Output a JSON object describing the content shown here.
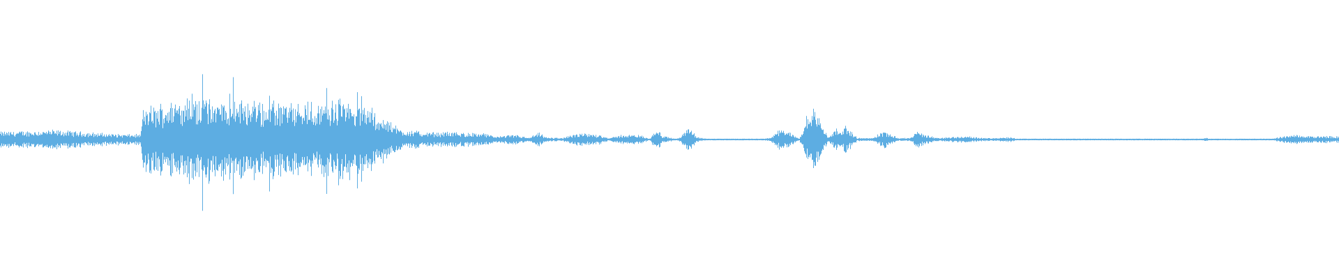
{
  "waveform": {
    "color": "#5dade2",
    "background": "#ffffff",
    "duration_fraction_ticks": 1920,
    "envelope": [
      [
        0.0,
        0.045
      ],
      [
        0.02,
        0.05
      ],
      [
        0.04,
        0.055
      ],
      [
        0.06,
        0.045
      ],
      [
        0.08,
        0.035
      ],
      [
        0.095,
        0.03
      ],
      [
        0.105,
        0.03
      ],
      [
        0.106,
        0.16
      ],
      [
        0.11,
        0.2
      ],
      [
        0.115,
        0.19
      ],
      [
        0.125,
        0.22
      ],
      [
        0.14,
        0.25
      ],
      [
        0.15,
        0.26
      ],
      [
        0.16,
        0.24
      ],
      [
        0.18,
        0.22
      ],
      [
        0.2,
        0.21
      ],
      [
        0.22,
        0.2
      ],
      [
        0.24,
        0.21
      ],
      [
        0.26,
        0.23
      ],
      [
        0.275,
        0.2
      ],
      [
        0.285,
        0.13
      ],
      [
        0.3,
        0.06
      ],
      [
        0.32,
        0.04
      ],
      [
        0.34,
        0.045
      ],
      [
        0.36,
        0.035
      ],
      [
        0.37,
        0.02
      ],
      [
        0.385,
        0.028
      ],
      [
        0.395,
        0.01
      ],
      [
        0.402,
        0.04
      ],
      [
        0.408,
        0.012
      ],
      [
        0.42,
        0.01
      ],
      [
        0.432,
        0.035
      ],
      [
        0.448,
        0.03
      ],
      [
        0.455,
        0.008
      ],
      [
        0.465,
        0.03
      ],
      [
        0.478,
        0.025
      ],
      [
        0.485,
        0.005
      ],
      [
        0.49,
        0.07
      ],
      [
        0.495,
        0.02
      ],
      [
        0.505,
        0.004
      ],
      [
        0.515,
        0.07
      ],
      [
        0.52,
        0.015
      ],
      [
        0.53,
        0.002
      ],
      [
        0.565,
        0.002
      ],
      [
        0.575,
        0.01
      ],
      [
        0.582,
        0.06
      ],
      [
        0.59,
        0.04
      ],
      [
        0.597,
        0.01
      ],
      [
        0.603,
        0.15
      ],
      [
        0.607,
        0.22
      ],
      [
        0.612,
        0.12
      ],
      [
        0.618,
        0.02
      ],
      [
        0.627,
        0.08
      ],
      [
        0.633,
        0.07
      ],
      [
        0.64,
        0.01
      ],
      [
        0.65,
        0.008
      ],
      [
        0.66,
        0.05
      ],
      [
        0.665,
        0.04
      ],
      [
        0.67,
        0.01
      ],
      [
        0.68,
        0.01
      ],
      [
        0.685,
        0.05
      ],
      [
        0.69,
        0.03
      ],
      [
        0.7,
        0.01
      ],
      [
        0.71,
        0.015
      ],
      [
        0.72,
        0.02
      ],
      [
        0.73,
        0.012
      ],
      [
        0.74,
        0.008
      ],
      [
        0.755,
        0.015
      ],
      [
        0.76,
        0.004
      ],
      [
        0.78,
        0.002
      ],
      [
        0.82,
        0.002
      ],
      [
        0.87,
        0.002
      ],
      [
        0.895,
        0.002
      ],
      [
        0.9,
        0.01
      ],
      [
        0.905,
        0.002
      ],
      [
        0.95,
        0.002
      ],
      [
        0.955,
        0.015
      ],
      [
        0.965,
        0.025
      ],
      [
        0.98,
        0.02
      ],
      [
        1.0,
        0.02
      ]
    ]
  }
}
